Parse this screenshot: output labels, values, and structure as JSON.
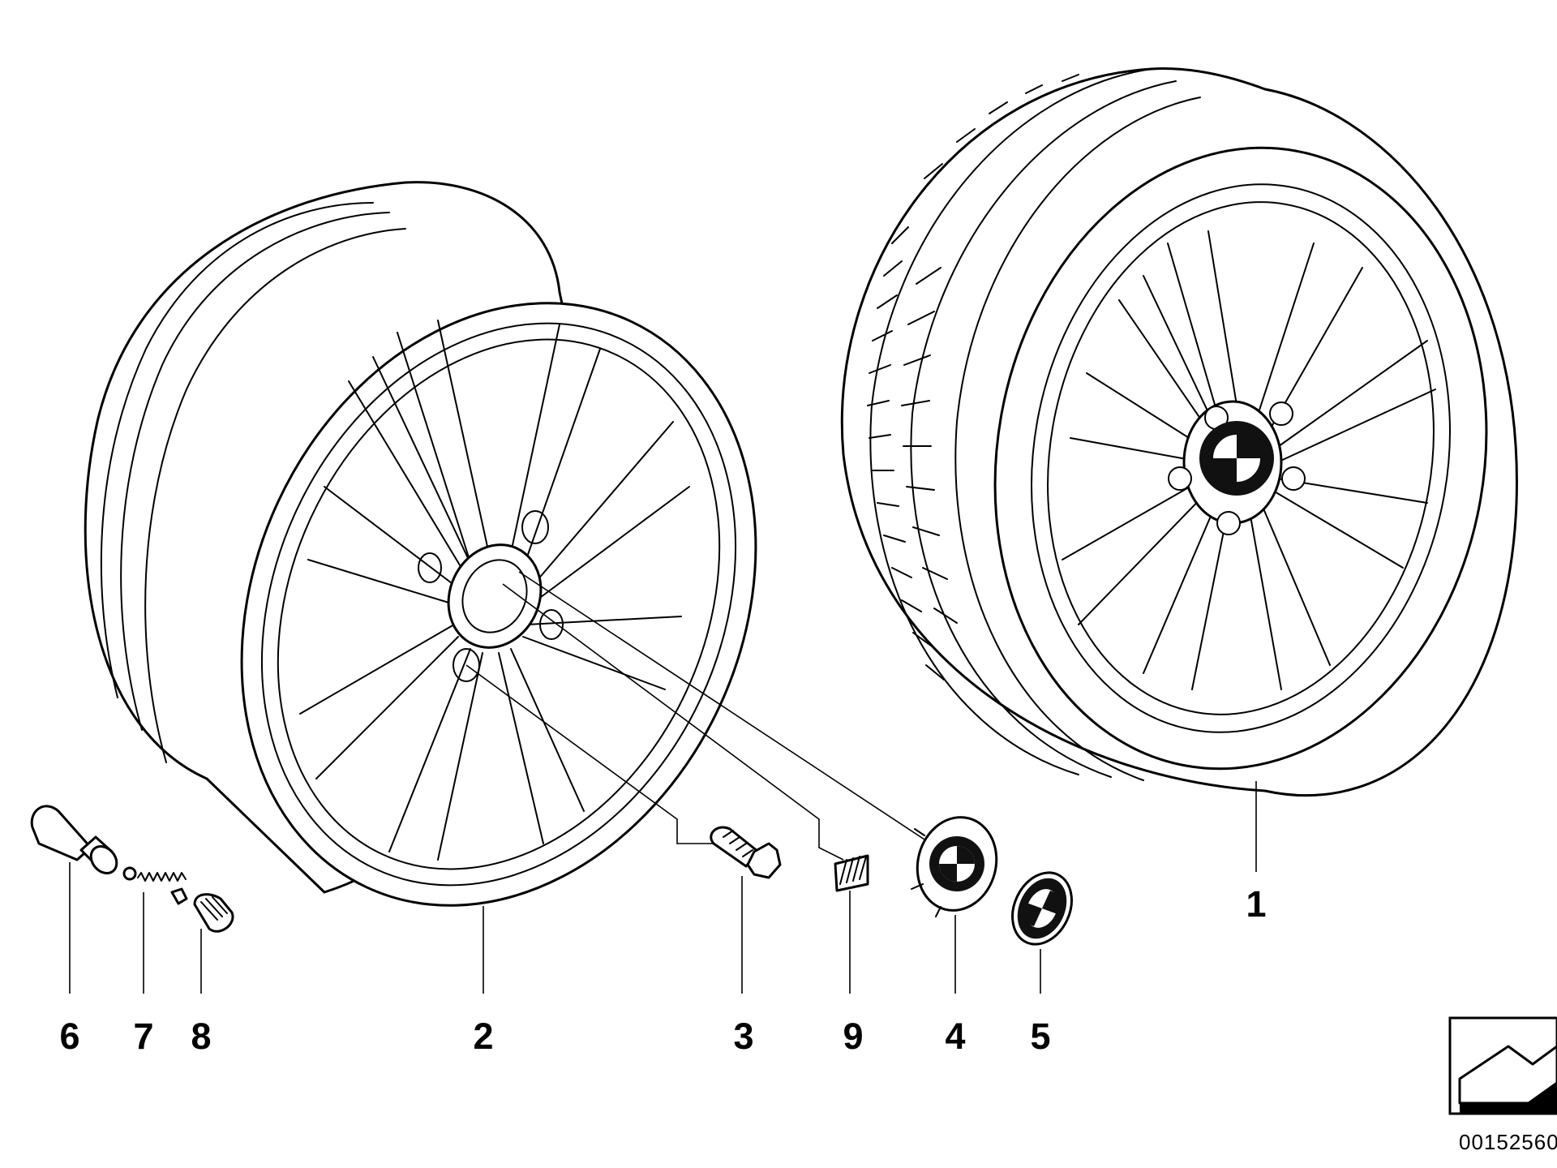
{
  "callouts": [
    {
      "id": "1",
      "part": "complete-wheel"
    },
    {
      "id": "2",
      "part": "light-alloy-rim"
    },
    {
      "id": "3",
      "part": "wheel-bolt"
    },
    {
      "id": "4",
      "part": "hub-cap"
    },
    {
      "id": "5",
      "part": "emblem"
    },
    {
      "id": "6",
      "part": "valve"
    },
    {
      "id": "7",
      "part": "valve-insert"
    },
    {
      "id": "8",
      "part": "valve-cap"
    },
    {
      "id": "9",
      "part": "balance-weight"
    }
  ],
  "document_number": "00152560",
  "colors": {
    "line": "#000000",
    "background": "#ffffff",
    "emblem_dark": "#111111"
  }
}
